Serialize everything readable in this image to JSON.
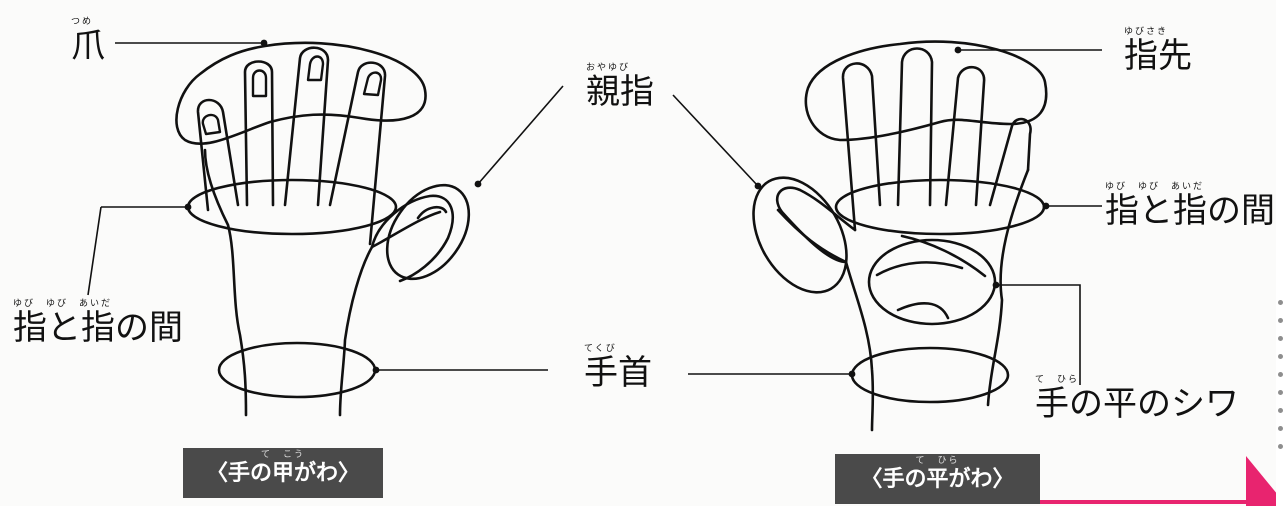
{
  "back_view": {
    "labels": {
      "nail": {
        "ruby": "つめ",
        "text": "爪"
      },
      "thumb": {
        "ruby": "おやゆび",
        "text": "親指"
      },
      "between_fingers": {
        "ruby": "ゆび　ゆび　あいだ",
        "text": "指と指の間"
      },
      "wrist": {
        "ruby": "てくび",
        "text": "手首"
      }
    },
    "caption": {
      "ruby": "て　こう",
      "text": "〈手の甲がわ〉"
    }
  },
  "palm_view": {
    "labels": {
      "fingertip": {
        "ruby": "ゆびさき",
        "text": "指先"
      },
      "between_fingers": {
        "ruby": "ゆび　ゆび　あいだ",
        "text": "指と指の間"
      },
      "palm_creases": {
        "ruby": "て　ひら",
        "text": "手の平のシワ"
      }
    },
    "caption": {
      "ruby": "て　ひら",
      "text": "〈手の平がわ〉"
    }
  },
  "colors": {
    "ink": "#111111",
    "caption_bg": "#4a4a4a",
    "caption_text": "#ffffff",
    "accent_pink": "#e8246f"
  }
}
